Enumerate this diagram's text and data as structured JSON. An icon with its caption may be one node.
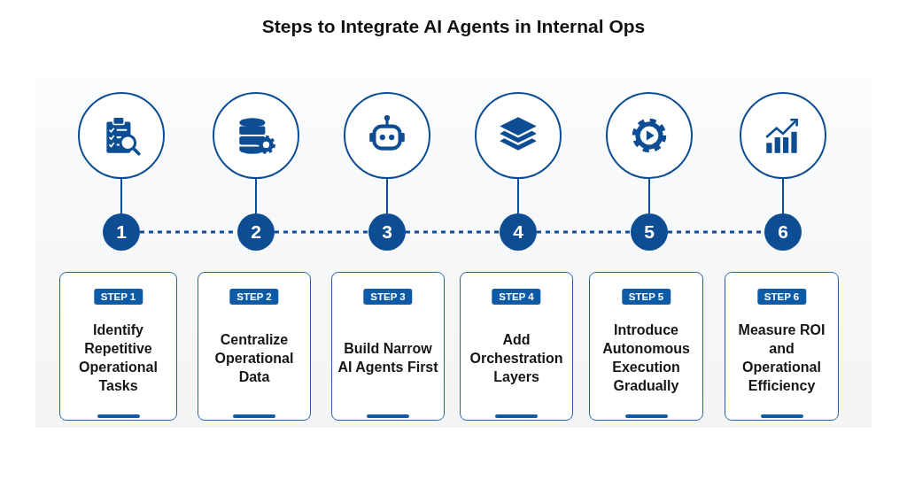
{
  "diagram": {
    "title": "Steps to Integrate AI Agents in Internal Ops",
    "nodes": [
      {
        "text": [],
        "shape": "circle"
      },
      {
        "text": [],
        "shape": "circle"
      },
      {
        "text": [],
        "shape": "circle"
      },
      {
        "text": [],
        "shape": "circle"
      },
      {
        "text": [],
        "shape": "circle"
      },
      {
        "text": [],
        "shape": "circle"
      },
      {
        "text": [
          "1"
        ]
      },
      {
        "text": [
          "2"
        ]
      },
      {
        "text": [
          "3"
        ]
      },
      {
        "text": [
          "4"
        ]
      },
      {
        "text": [
          "5"
        ]
      },
      {
        "text": [
          "6"
        ]
      },
      {
        "text": [
          "STEP 1",
          "Identify Repetitive Operational Tasks"
        ]
      },
      {
        "text": [
          "STEP 2",
          "Centralize Operational Data"
        ]
      },
      {
        "text": [
          "STEP 3",
          "Build Narrow AI Agents First"
        ]
      },
      {
        "text": [
          "STEP 4",
          "Add Orchestration Layers"
        ]
      },
      {
        "text": [
          "STEP 5",
          "Introduce Autonomous Execution Gradually"
        ]
      },
      {
        "text": [
          "STEP 6",
          "Measure ROI and Operational Efficiency"
        ]
      }
    ],
    "edges": [
      {
        "from": 0,
        "to": 6,
        "arrow": "none"
      },
      {
        "from": 1,
        "to": 7,
        "arrow": "none"
      },
      {
        "from": 2,
        "to": 8,
        "arrow": "none"
      },
      {
        "from": 3,
        "to": 9,
        "arrow": "none"
      },
      {
        "from": 4,
        "to": 10,
        "arrow": "none"
      },
      {
        "from": 5,
        "to": 11,
        "arrow": "none"
      },
      {
        "from": 6,
        "to": 7,
        "arrow": "none",
        "style": "dashed"
      },
      {
        "from": 7,
        "to": 8,
        "arrow": "none",
        "style": "dashed"
      },
      {
        "from": 8,
        "to": 9,
        "arrow": "none",
        "style": "dashed"
      },
      {
        "from": 9,
        "to": 10,
        "arrow": "none",
        "style": "dashed"
      },
      {
        "from": 10,
        "to": 11,
        "arrow": "none",
        "style": "dashed"
      }
    ]
  }
}
